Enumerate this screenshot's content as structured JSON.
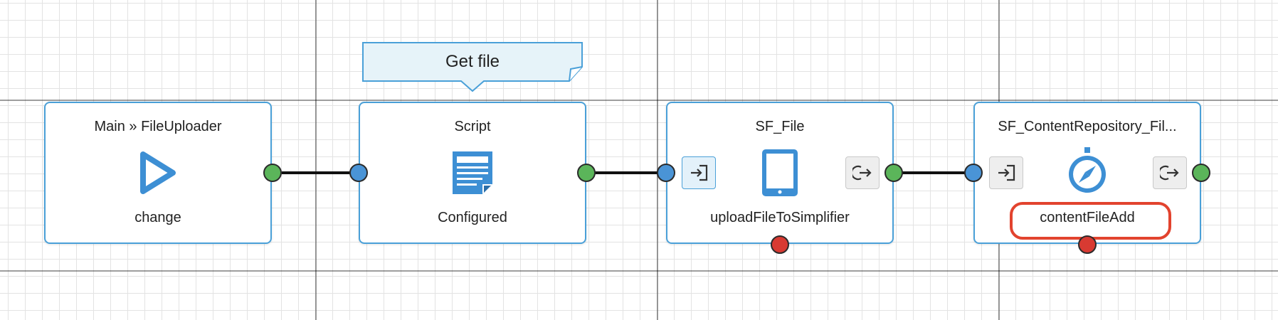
{
  "callout": {
    "text": "Get file"
  },
  "nodes": [
    {
      "title": "Main » FileUploader",
      "subtitle": "change",
      "icon": "play-icon"
    },
    {
      "title": "Script",
      "subtitle": "Configured",
      "icon": "script-document-icon"
    },
    {
      "title": "SF_File",
      "subtitle": "uploadFileToSimplifier",
      "icon": "tablet-icon"
    },
    {
      "title": "SF_ContentRepository_Fil...",
      "subtitle": "contentFileAdd",
      "icon": "compass-stopwatch-icon"
    }
  ],
  "colors": {
    "node_border": "#4aa0d8",
    "output_port": "#5bb55a",
    "input_port": "#4a94d6",
    "error_port": "#d83a32",
    "highlight": "#e2432e",
    "icon_blue": "#3d8fd4",
    "callout_fill": "#e6f3f9"
  }
}
